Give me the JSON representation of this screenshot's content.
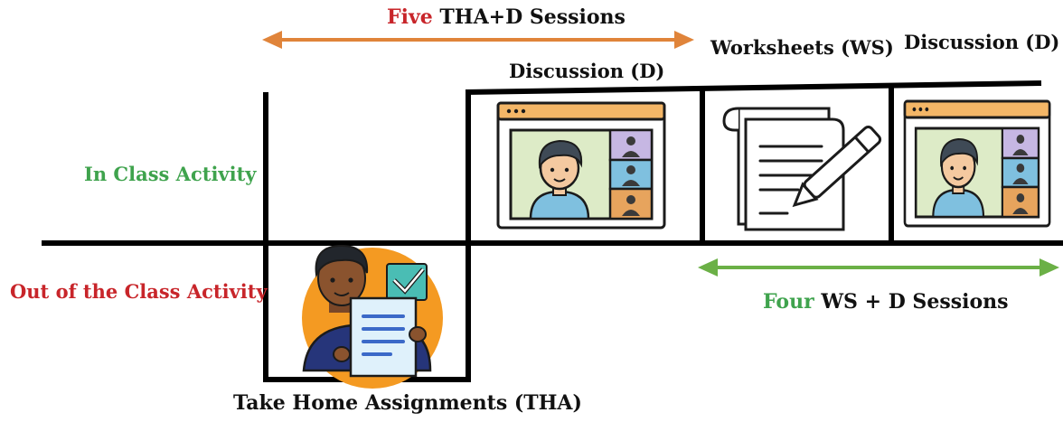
{
  "top_arrow_label": {
    "highlight": "Five",
    "rest": " THA+D Sessions"
  },
  "bottom_arrow_label": {
    "highlight": "Four",
    "rest": " WS + D Sessions"
  },
  "in_class_label": "In Class Activity",
  "out_class_label": "Out of the Class Activity",
  "panel_labels": {
    "discussion_1": "Discussion (D)",
    "worksheets": "Worksheets (WS)",
    "discussion_2": "Discussion (D)"
  },
  "take_home_label": "Take Home Assignments (THA)",
  "colors": {
    "top_arrow": "#E0843A",
    "bottom_arrow": "#6BB046",
    "red_text": "#C8252A",
    "green_text": "#3FA34D",
    "line": "#000000"
  },
  "icons": [
    "video-call-icon",
    "worksheet-pen-icon",
    "video-call-icon",
    "student-assignment-icon"
  ]
}
